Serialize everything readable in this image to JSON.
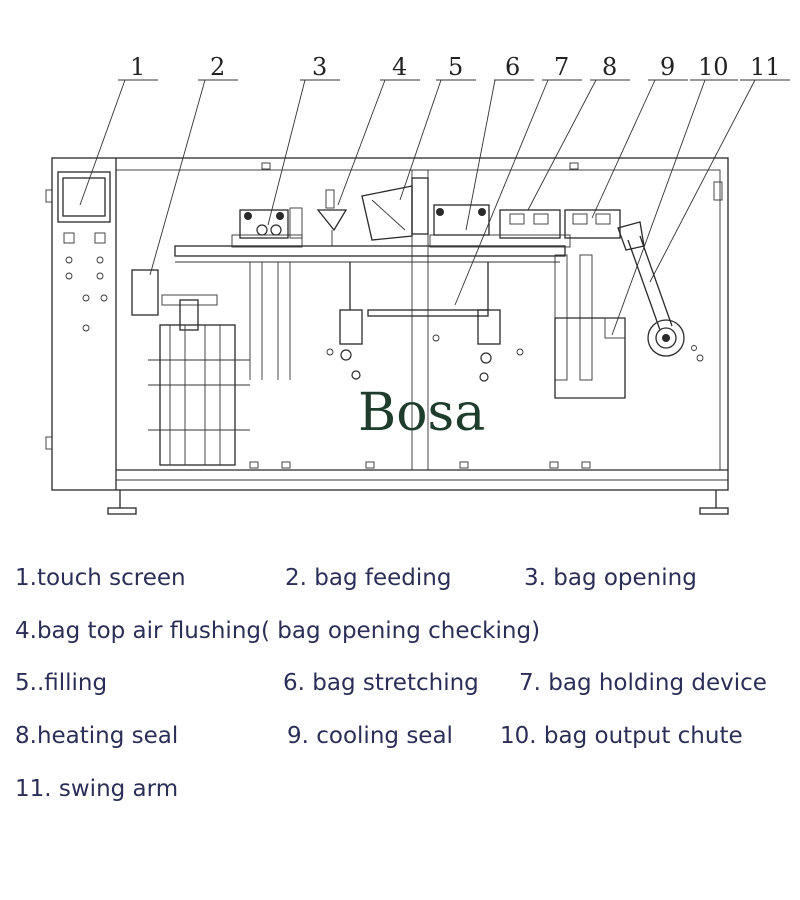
{
  "callouts": [
    "1",
    "2",
    "3",
    "4",
    "5",
    "6",
    "7",
    "8",
    "9",
    "10",
    "11"
  ],
  "watermark": "Bosa",
  "legend": {
    "row1": [
      "1.touch screen",
      "2. bag feeding",
      "3. bag opening"
    ],
    "row2": [
      "4.bag top air flushing( bag opening checking)"
    ],
    "row3": [
      "5..filling",
      "6. bag stretching",
      "7. bag holding device"
    ],
    "row4": [
      "8.heating seal",
      "9. cooling seal",
      "10. bag output chute"
    ],
    "row5": [
      "11. swing arm"
    ]
  },
  "colors": {
    "legend_text": "#2b2f57",
    "watermark": "#1e3d2c",
    "line": "#2a2a2a"
  }
}
